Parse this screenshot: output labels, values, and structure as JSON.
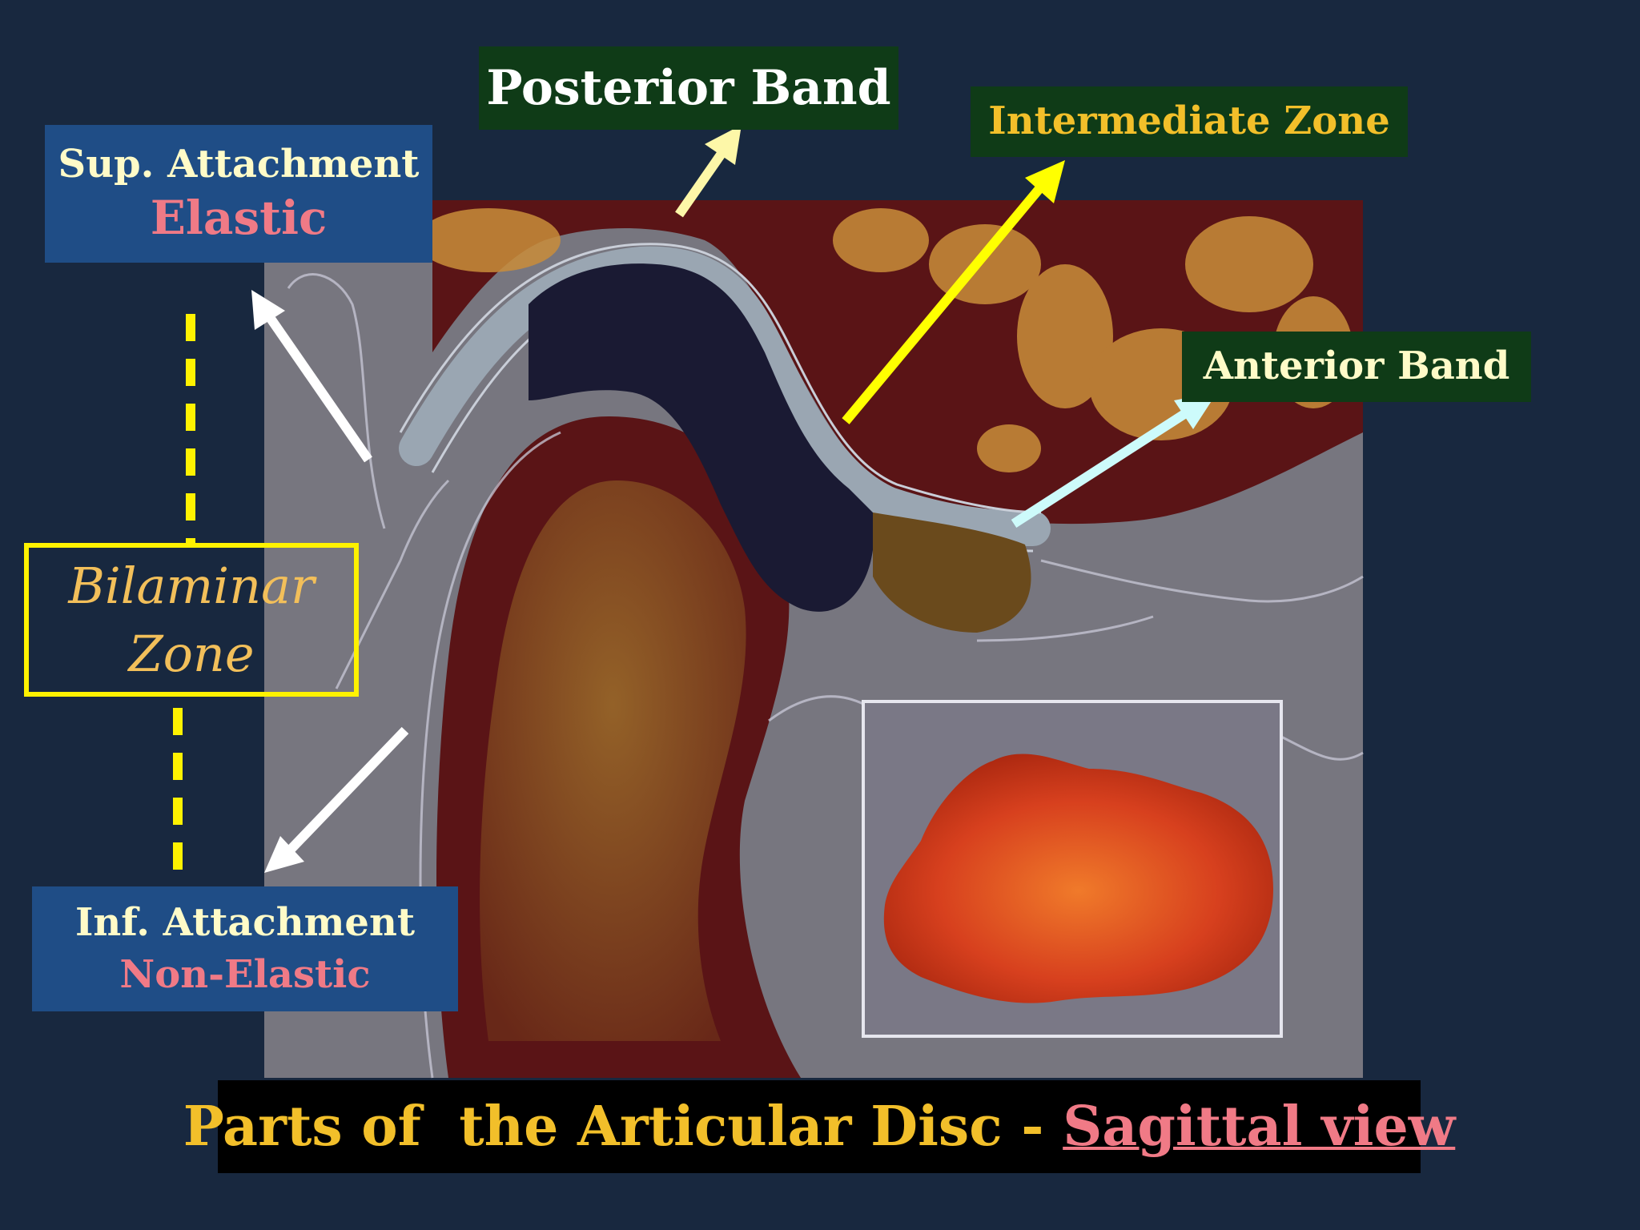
{
  "labels": {
    "posterior_band": "Posterior Band",
    "intermediate_zone": "Intermediate Zone",
    "anterior_band": "Anterior Band",
    "sup_attachment": "Sup. Attachment",
    "sup_attachment_type": "Elastic",
    "inf_attachment": "Inf. Attachment",
    "inf_attachment_type": "Non-Elastic",
    "bilaminar_line1": "Bilaminar",
    "bilaminar_line2": "Zone"
  },
  "title": {
    "main": "Parts of  the Articular Disc - ",
    "highlight": "Sagittal view"
  },
  "colors": {
    "background": "#18283f",
    "label_green": "#0f3b17",
    "label_blue": "#1f4d86",
    "text_cream": "#fffbc8",
    "text_gold": "#f2bf2a",
    "text_pink": "#f07a86",
    "tissue_maroon": "#5a1416",
    "diagram_gray": "#77767f",
    "arrow_yellow": "#ffff00"
  }
}
